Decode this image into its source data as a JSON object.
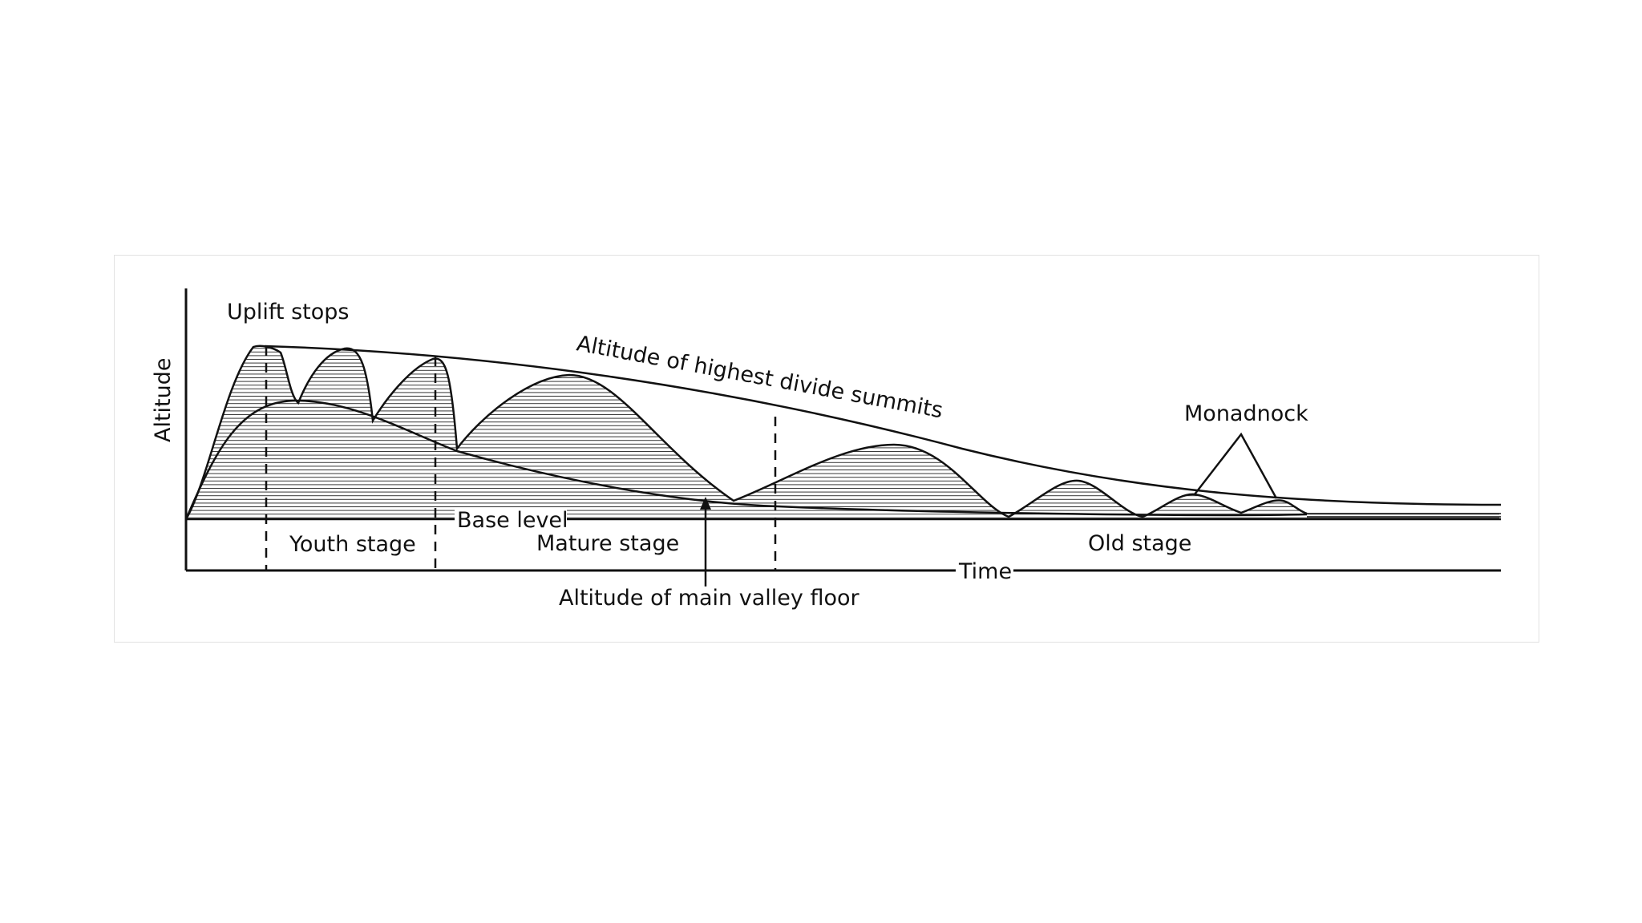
{
  "diagram": {
    "axes": {
      "y_label": "Altitude",
      "x_label": "Time"
    },
    "labels": {
      "uplift_stops": "Uplift stops",
      "highest_divide": "Altitude of highest divide summits",
      "monadnock": "Monadnock",
      "base_level": "Base level",
      "valley_floor": "Altitude of main valley floor"
    },
    "stages": [
      {
        "label": "Youth stage"
      },
      {
        "label": "Mature stage"
      },
      {
        "label": "Old stage"
      }
    ],
    "colors": {
      "line": "#111111",
      "hatch": "#333333",
      "background": "#ffffff",
      "frame": "#e2e2e2"
    }
  }
}
